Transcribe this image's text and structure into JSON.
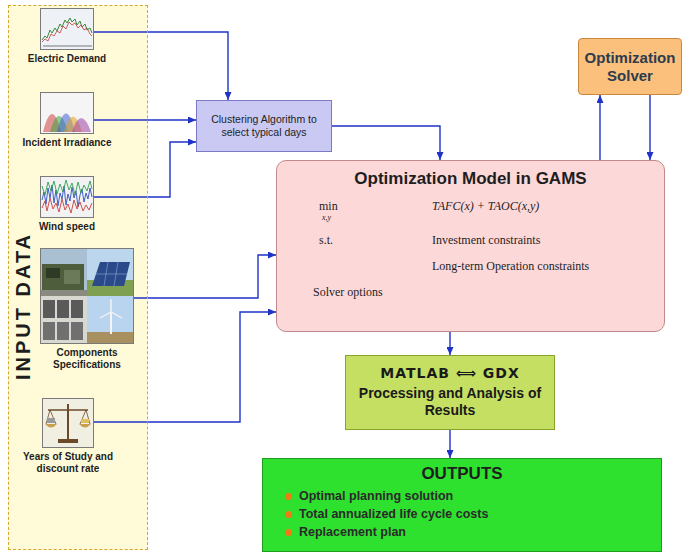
{
  "diagram": {
    "nodes": [
      {
        "text": [
          "INPUT DATA"
        ]
      },
      {
        "text": [
          "Electric Demand"
        ],
        "in": 0
      },
      {
        "text": [
          "Incident Irradiance"
        ],
        "in": 0
      },
      {
        "text": [
          "Wind speed"
        ],
        "in": 0
      },
      {
        "text": [
          "Components Specifications"
        ],
        "in": 0
      },
      {
        "text": [
          "Years of Study and discount rate"
        ],
        "in": 0
      },
      {
        "text": [
          "Optimization Solver"
        ]
      },
      {
        "text": [
          "Clustering Algorithm to select typical days"
        ]
      },
      {
        "text": [
          "Optimization Model in GAMS",
          "min",
          "x,y",
          "TAFC(x) + TAOC(x,y)",
          "s.t.",
          "Investment constraints",
          "Long-term Operation constraints",
          "Solver options"
        ]
      },
      {
        "text": [
          "MATLAB ⟺ GDX",
          "Processing and Analysis of Results"
        ]
      },
      {
        "text": [
          "OUTPUTS",
          "Optimal planning solution",
          "Total annualized life cycle costs",
          "Replacement plan"
        ]
      }
    ],
    "edges": [
      {
        "from": 1,
        "to": 7,
        "arrow": "to"
      },
      {
        "from": 2,
        "to": 7,
        "arrow": "to"
      },
      {
        "from": 3,
        "to": 7,
        "arrow": "to"
      },
      {
        "from": 7,
        "to": 8,
        "arrow": "to"
      },
      {
        "from": 4,
        "to": 8,
        "arrow": "to"
      },
      {
        "from": 5,
        "to": 8,
        "arrow": "to"
      },
      {
        "from": 8,
        "to": 6,
        "arrow": "to"
      },
      {
        "from": 6,
        "to": 8,
        "arrow": "to"
      },
      {
        "from": 8,
        "to": 9,
        "arrow": "to"
      },
      {
        "from": 9,
        "to": 10,
        "arrow": "to"
      }
    ]
  }
}
